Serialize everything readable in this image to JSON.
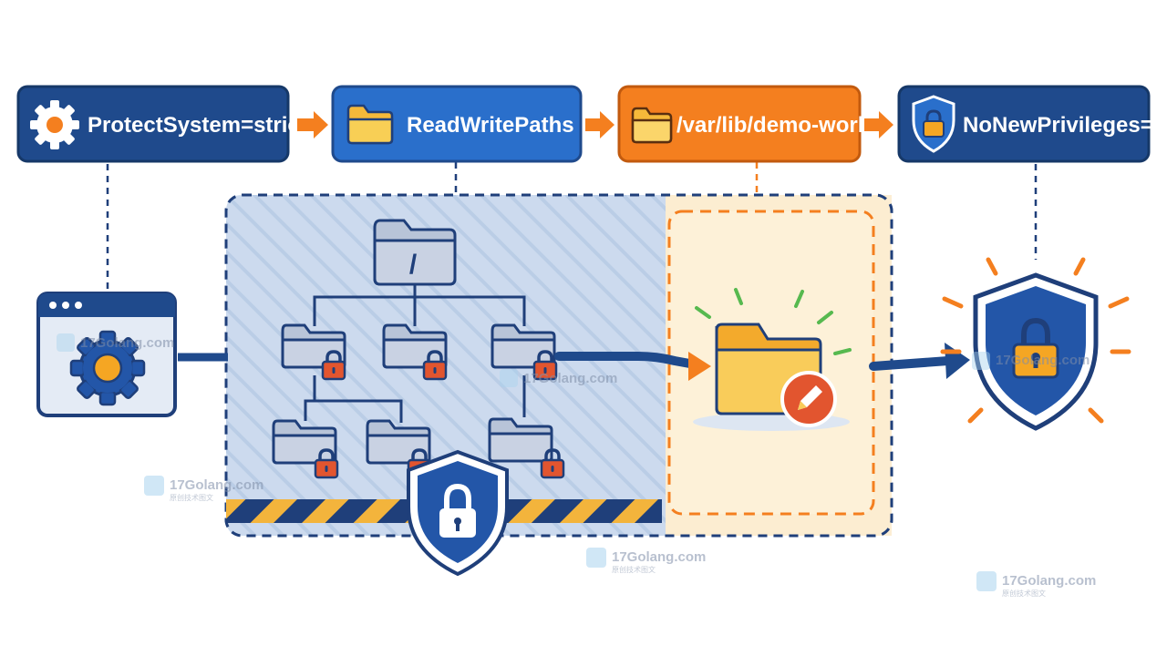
{
  "steps": [
    {
      "label": "ProtectSystem=strict",
      "icon": "gear-icon"
    },
    {
      "label": "ReadWritePaths",
      "icon": "folder-icon"
    },
    {
      "label": "/var/lib/demo-worker",
      "icon": "folder-icon"
    },
    {
      "label": "NoNewPrivileges=yes",
      "icon": "shield-lock-icon"
    }
  ],
  "tree": {
    "root_label": "/"
  },
  "watermark": {
    "text": "17Golang.com",
    "sub": "原创技术图文"
  },
  "colors": {
    "navy": "#1f4a8c",
    "blue": "#2a6fcb",
    "orange": "#f47f1f",
    "folder_yellow": "#f8c94a",
    "lock_red": "#e2552f",
    "readonly_zone": "#c7d8ee",
    "writable_zone": "#fcebcd"
  }
}
